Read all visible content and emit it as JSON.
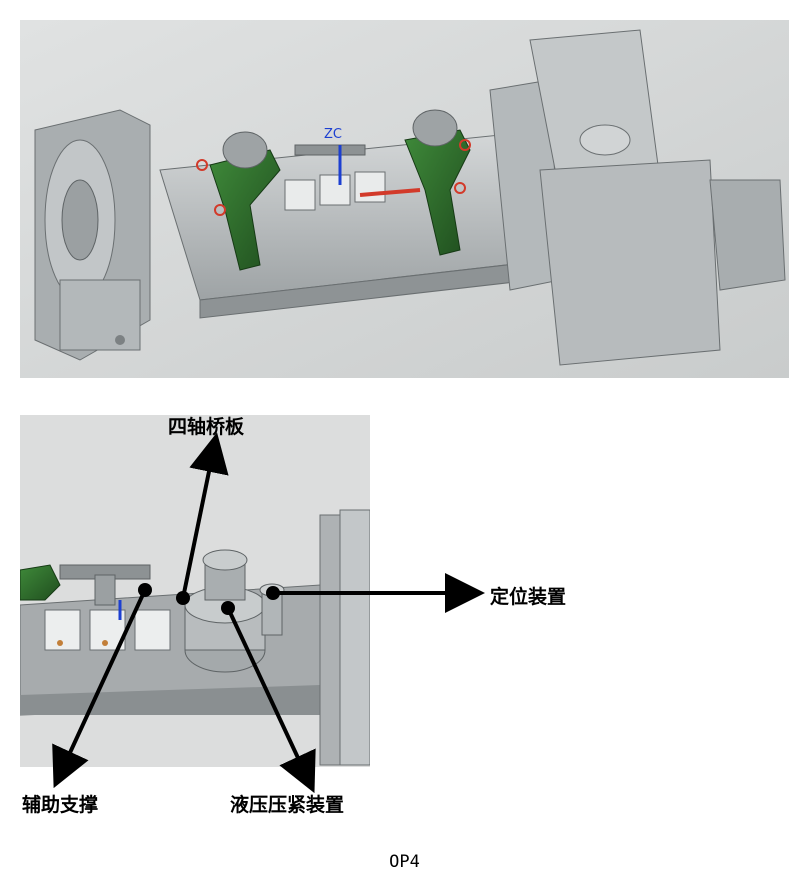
{
  "labels": {
    "bridge_plate": "四轴桥板",
    "locating_device": "定位装置",
    "auxiliary_support": "辅助支撑",
    "hydraulic_clamp": "液压压紧装置"
  },
  "axis_marker": "ZC",
  "caption": "OP4",
  "colors": {
    "machine_gray": "#b8bcbe",
    "clamp_green": "#2f6b2c",
    "accent_red": "#d23a2a",
    "axis_blue": "#1c3fd1"
  }
}
